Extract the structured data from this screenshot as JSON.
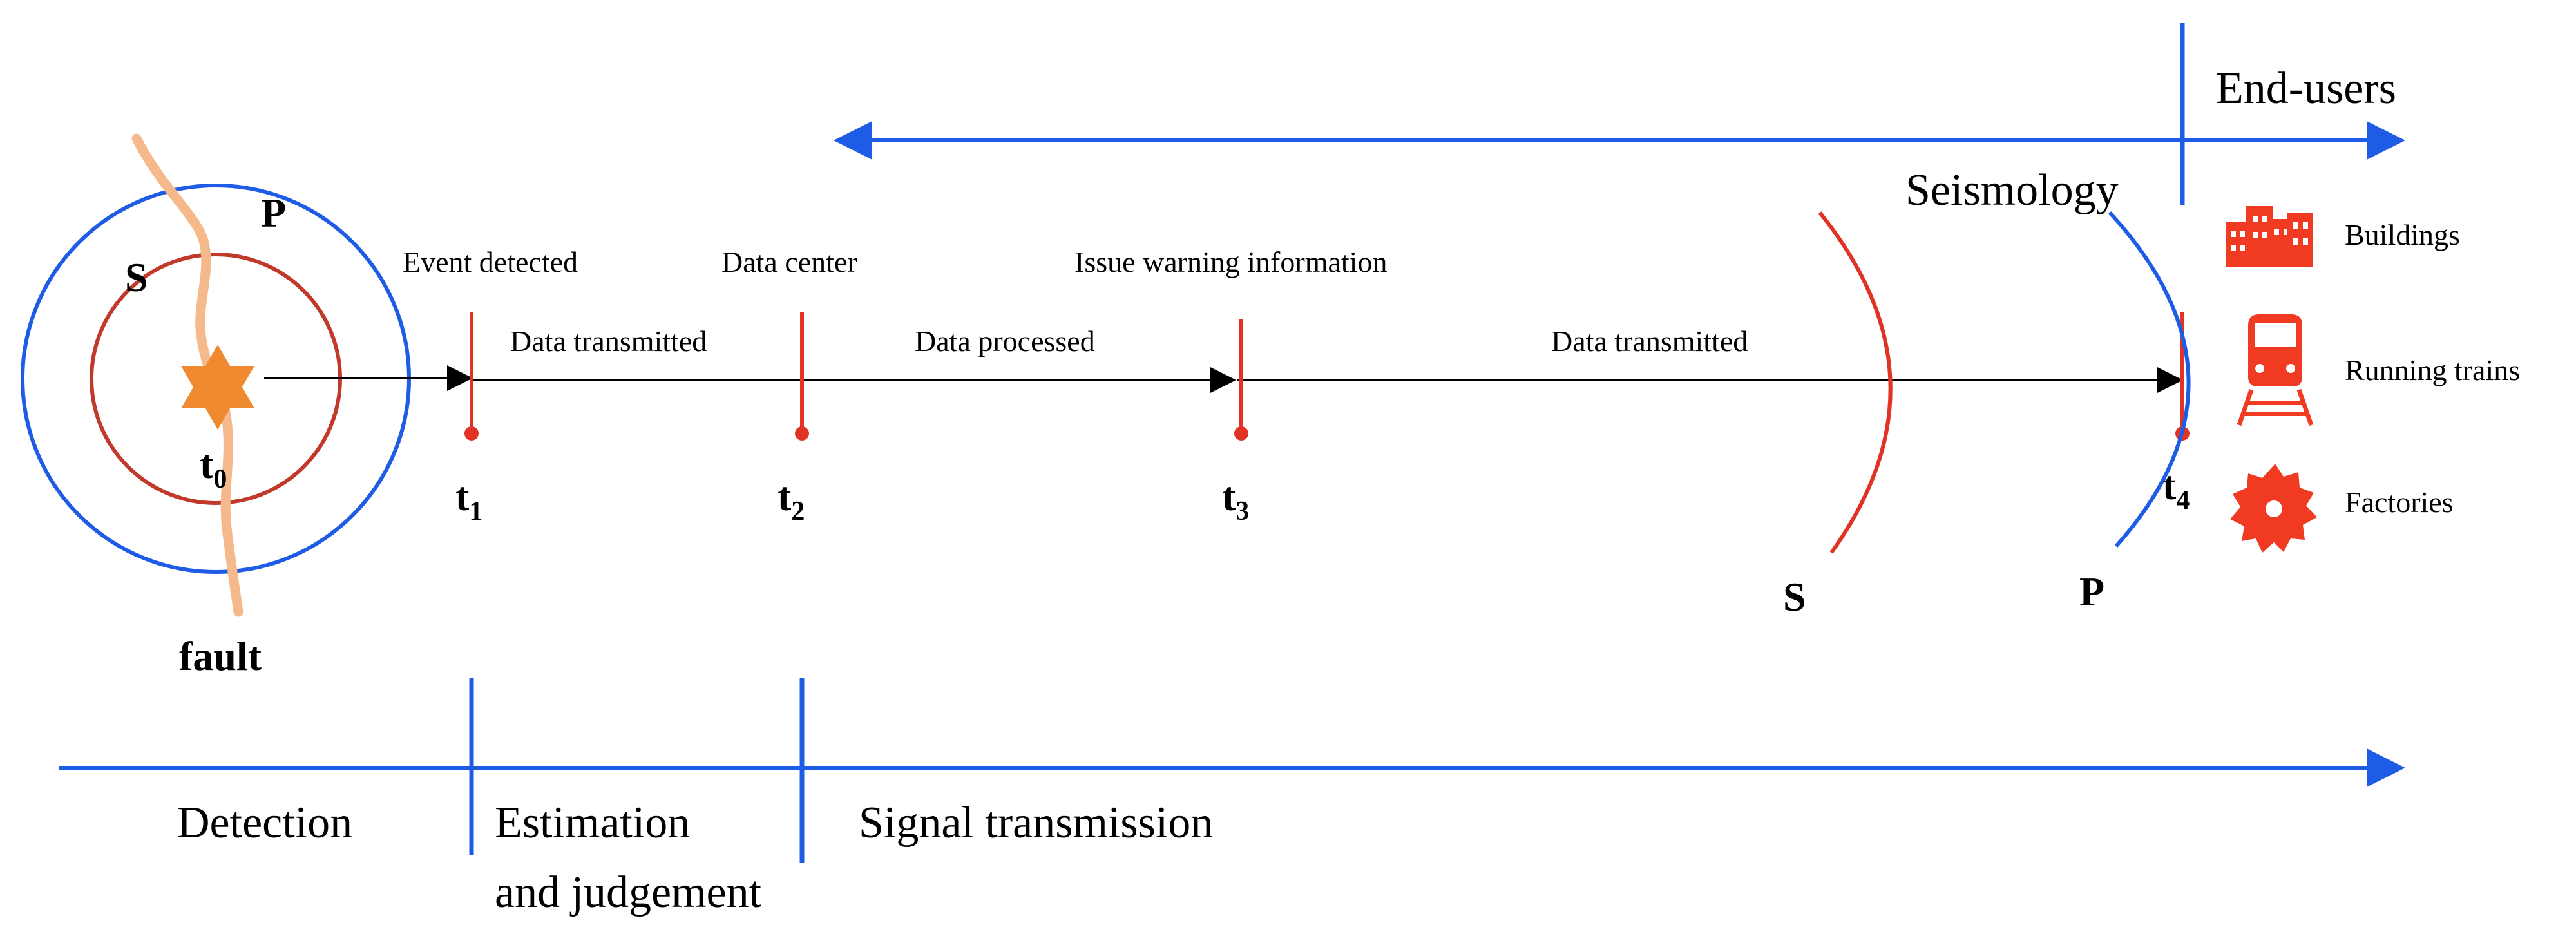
{
  "labels": {
    "end_users": "End-users",
    "seismology": "Seismology",
    "wave_p": "P",
    "wave_s": "S",
    "fault": "fault",
    "t_letter": "t",
    "t0_sub": "0",
    "t1_sub": "1",
    "t2_sub": "2",
    "t3_sub": "3",
    "t4_sub": "4",
    "event_detected": "Event detected",
    "data_center": "Data center",
    "issue_warning": "Issue warning information",
    "data_transmitted_1": "Data transmitted",
    "data_processed": "Data processed",
    "data_transmitted_2": "Data transmitted",
    "far_s": "S",
    "far_p": "P"
  },
  "phases": {
    "detection": "Detection",
    "estimation_line1": "Estimation",
    "estimation_line2": "and judgement",
    "signal_transmission": "Signal transmission"
  },
  "legend": {
    "buildings": "Buildings",
    "running_trains": "Running trains",
    "factories": "Factories"
  },
  "colors": {
    "blue": "#1f5ce6",
    "red": "#e03323",
    "dark_red": "#c0392b",
    "fault": "#f5b98c",
    "star": "#f08a30",
    "icon_red": "#f03a22"
  },
  "icons": [
    "buildings-icon",
    "train-icon",
    "factory-icon",
    "epicenter-star-icon"
  ]
}
